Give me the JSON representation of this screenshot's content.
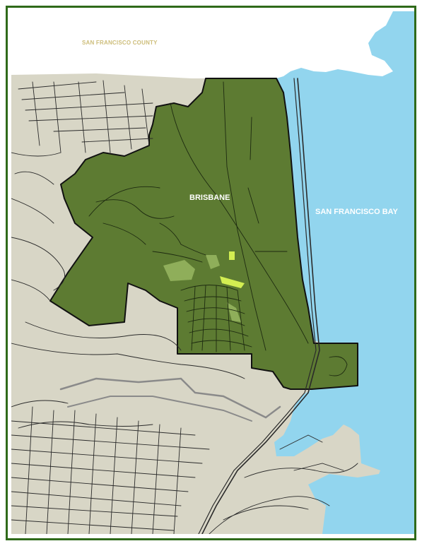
{
  "map": {
    "labels": {
      "county": "SAN FRANCISCO COUNTY",
      "city": "BRISBANE",
      "bay": "SAN FRANCISCO BAY"
    },
    "colors": {
      "frame": "#2f6a1a",
      "land": "#d8d6c6",
      "water": "#92d5ee",
      "city_fill": "#5d7b32",
      "parks": "#8fae5a",
      "highlight": "#d3ee52",
      "roads": "#2a2a2a",
      "boundary": "#111111",
      "county_area": "#ffffff"
    },
    "layers": [
      "san-francisco-county",
      "san-francisco-bay",
      "brisbane-city-limits",
      "streets",
      "parks"
    ]
  }
}
